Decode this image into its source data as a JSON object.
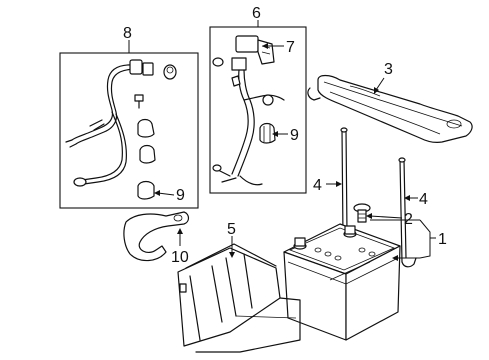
{
  "callouts": {
    "c1": "1",
    "c2": "2",
    "c3": "3",
    "c4a": "4",
    "c4b": "4",
    "c5": "5",
    "c6": "6",
    "c7": "7",
    "c8": "8",
    "c9a": "9",
    "c9b": "9",
    "c10": "10"
  },
  "line_color": "#111111",
  "background_color": "#ffffff"
}
